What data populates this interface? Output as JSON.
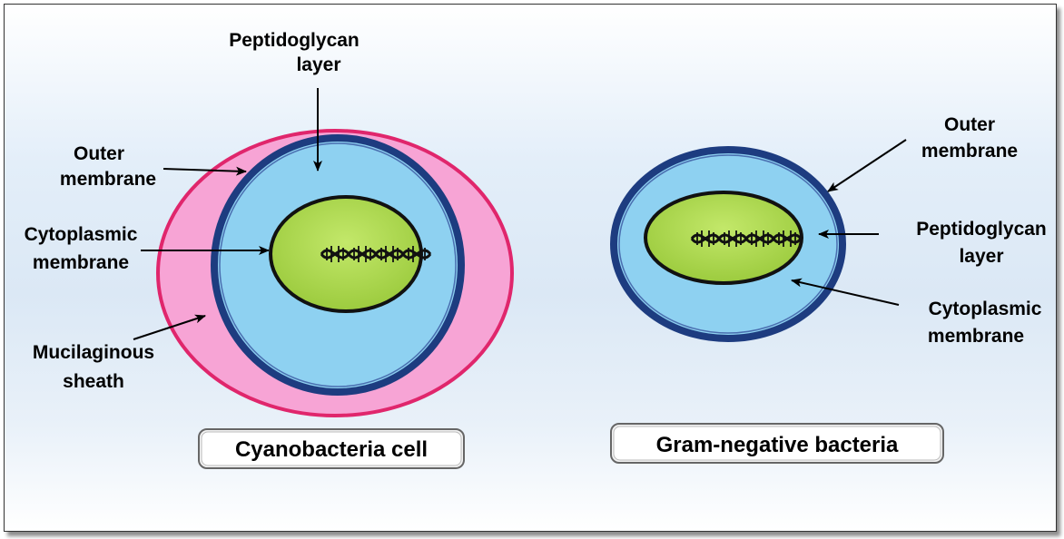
{
  "colors": {
    "sheath": "#f7a4d5",
    "sheath_stroke": "#e0266c",
    "outer_membrane": "#1d3c80",
    "peptidoglycan": "#8ed1f1",
    "cytoplasm": "#a8d64a",
    "cytoplasm_stroke": "#111111"
  },
  "cyanobacteria": {
    "caption": "Cyanobacteria cell",
    "labels": {
      "peptidoglycan_1": "Peptidoglycan",
      "peptidoglycan_2": "layer",
      "outer_1": "Outer",
      "outer_2": "membrane",
      "cytoplasmic_1": "Cytoplasmic",
      "cytoplasmic_2": "membrane",
      "mucilaginous_1": "Mucilaginous",
      "mucilaginous_2": "sheath"
    }
  },
  "gram_negative": {
    "caption": "Gram-negative bacteria",
    "labels": {
      "outer_1": "Outer",
      "outer_2": "membrane",
      "peptidoglycan_1": "Peptidoglycan",
      "peptidoglycan_2": "layer",
      "cytoplasmic_1": "Cytoplasmic",
      "cytoplasmic_2": "membrane"
    }
  },
  "icons": {
    "dna": "dna-helix-icon"
  }
}
